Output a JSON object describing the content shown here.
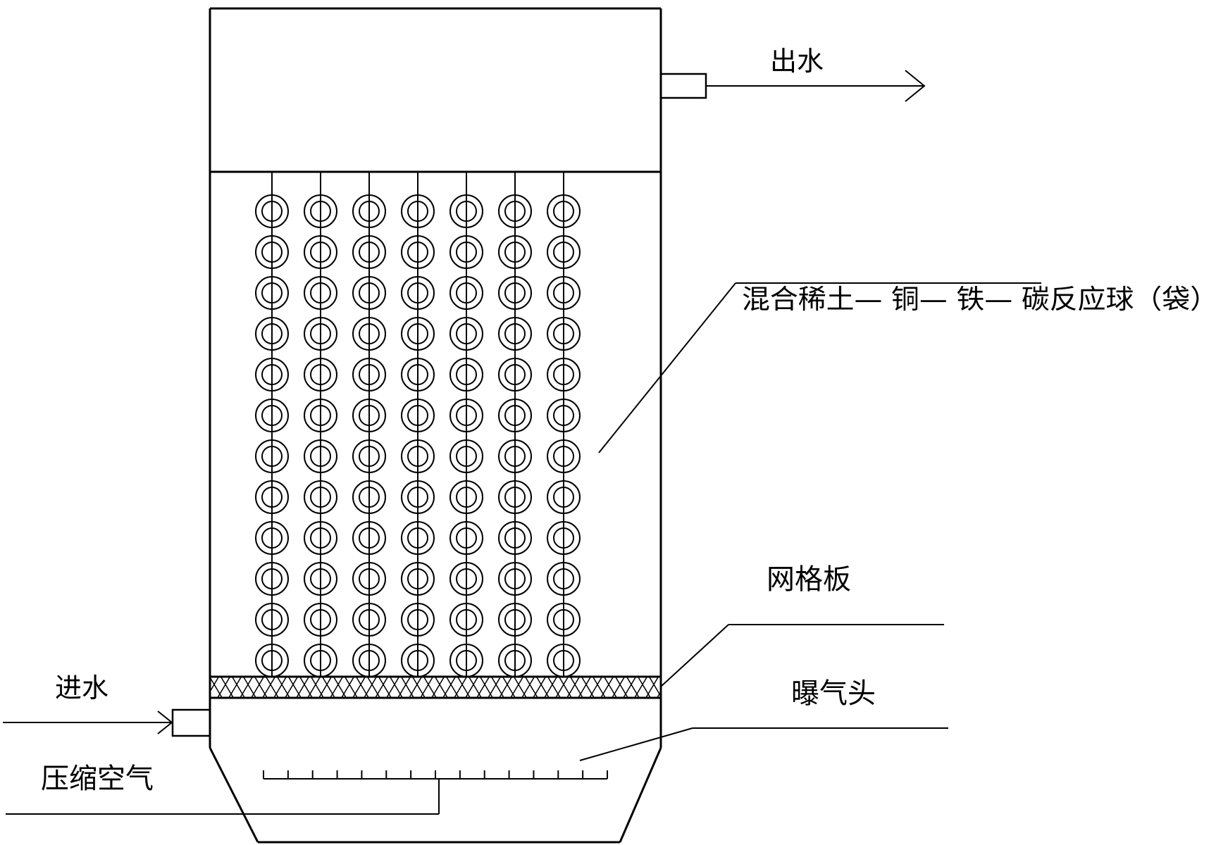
{
  "diagram": {
    "labels": {
      "outlet_water": "出水",
      "inlet_water": "进水",
      "reaction_balls": "混合稀土— 铜— 铁— 碳反应球（袋）",
      "grid_plate": "网格板",
      "aerator": "曝气头",
      "compressed_air": "压缩空气"
    },
    "reactor": {
      "ball_columns": 7,
      "balls_per_column": 12
    },
    "colors": {
      "line": "#000000",
      "background": "#ffffff"
    }
  }
}
